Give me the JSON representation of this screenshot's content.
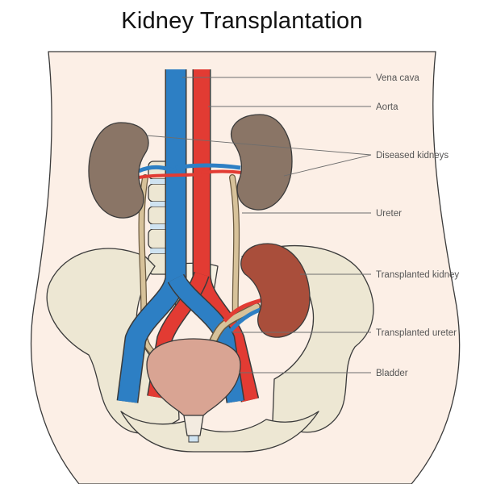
{
  "title": "Kidney Transplantation",
  "labels": {
    "vena_cava": "Vena cava",
    "aorta": "Aorta",
    "diseased_kidneys": "Diseased kidneys",
    "ureter": "Ureter",
    "transplanted_kidney": "Transplanted kidney",
    "transplanted_ureter": "Transplanted ureter",
    "bladder": "Bladder"
  },
  "colors": {
    "vein": "#2d7fc4",
    "artery": "#e23b33",
    "diseased_kidney": "#8a7566",
    "transplanted_kidney": "#a94e3b",
    "bladder": "#d9a493",
    "bone": "#ede7d3",
    "skin": "#fcefe6",
    "ureter": "#d7c29a"
  }
}
